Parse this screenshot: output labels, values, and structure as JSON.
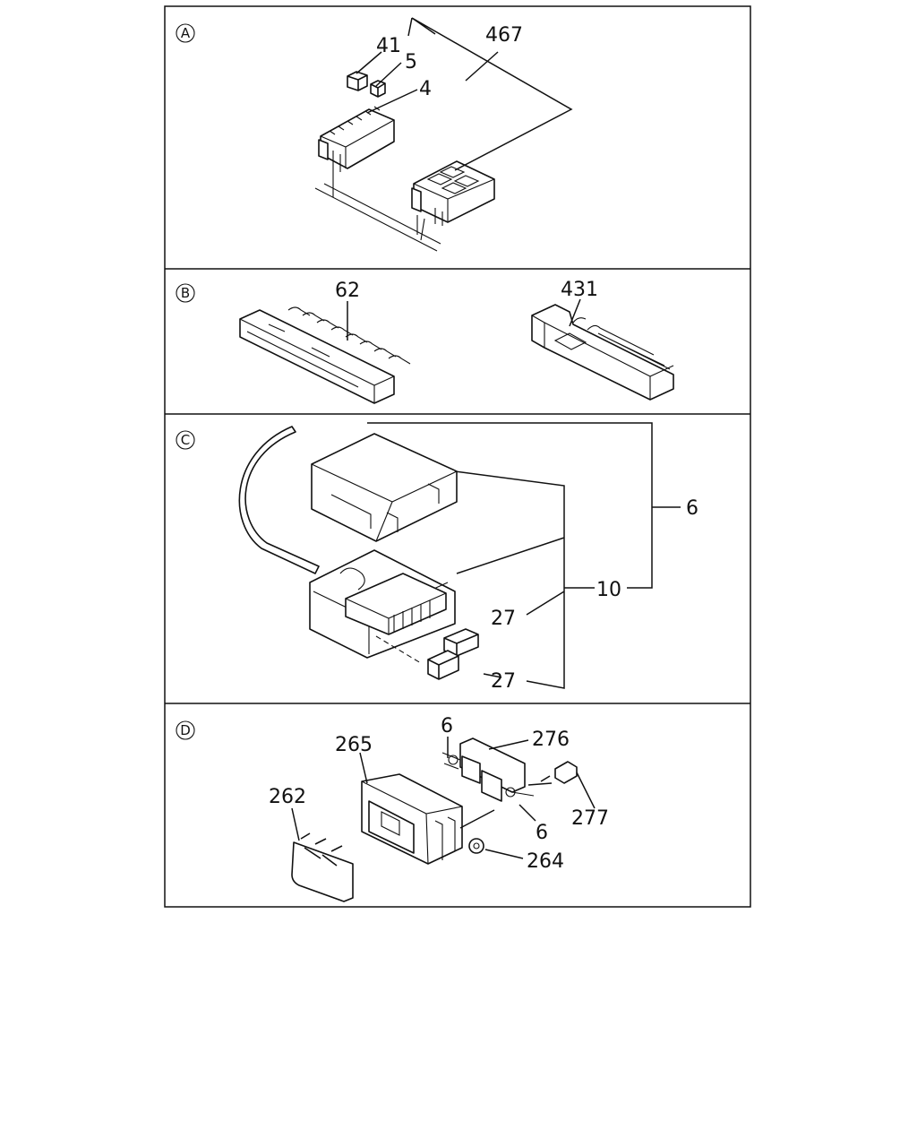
{
  "sections": [
    {
      "id": "A",
      "marker": "A",
      "labels": [
        "41",
        "5",
        "467",
        "4"
      ]
    },
    {
      "id": "B",
      "marker": "B",
      "labels": [
        "62",
        "431"
      ]
    },
    {
      "id": "C",
      "marker": "C",
      "labels": [
        "6",
        "10",
        "27",
        "27"
      ]
    },
    {
      "id": "D",
      "marker": "D",
      "labels": [
        "6",
        "276",
        "265",
        "262",
        "277",
        "6",
        "264"
      ]
    }
  ]
}
